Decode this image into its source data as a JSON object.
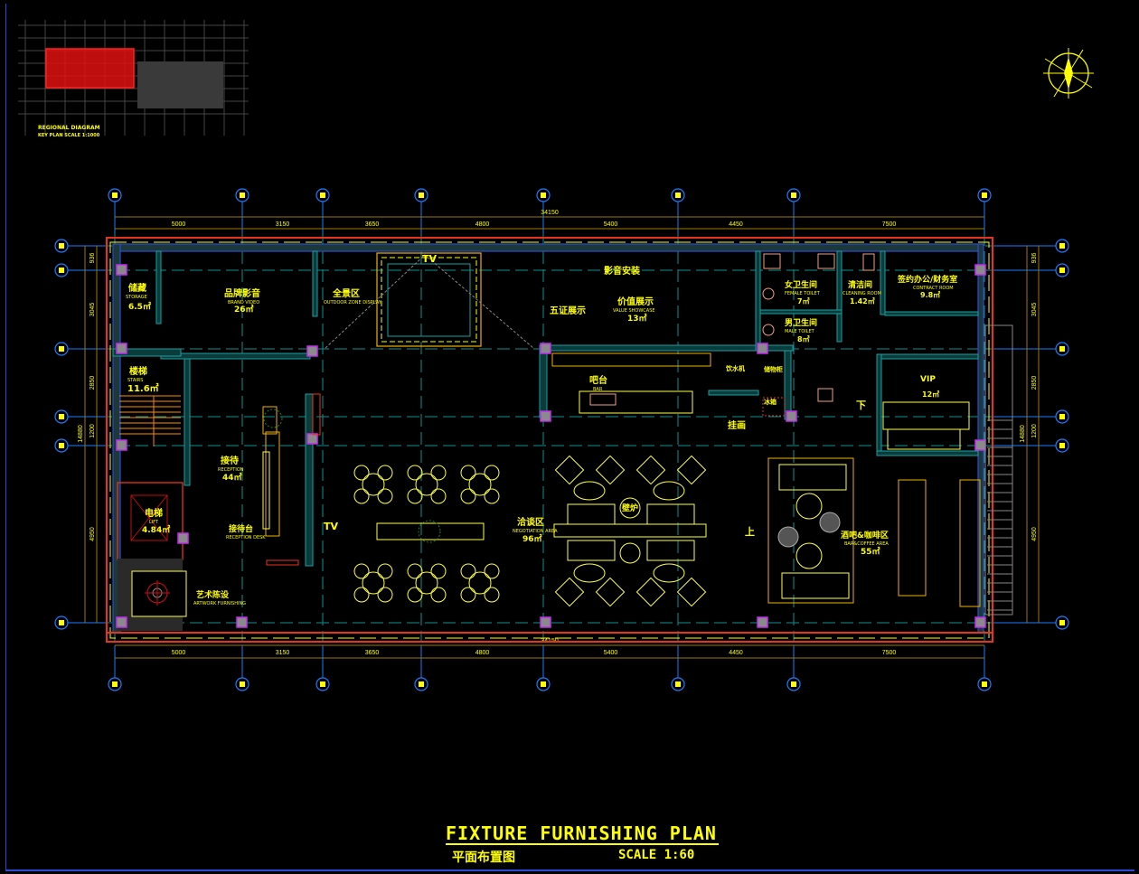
{
  "drawing": {
    "title": "FIXTURE FURNISHING PLAN",
    "subtitle": "平面布置图",
    "scale": "SCALE 1:60"
  },
  "key_plan": {
    "title": "REGIONAL DIAGRAM",
    "subtitle": "KEY PLAN SCALE 1:1000",
    "highlight_color": "#e01010"
  },
  "dimensions": {
    "top_total": "34150",
    "top": [
      "5000",
      "3150",
      "3650",
      "4800",
      "5400",
      "4450",
      "7500"
    ],
    "left_total": "14880",
    "left": [
      "936",
      "3045",
      "2850",
      "1200",
      "4950"
    ],
    "right_total": "14880",
    "right": [
      "936",
      "3045",
      "2850",
      "1200",
      "4950"
    ]
  },
  "rooms": {
    "storage": {
      "name": "储藏",
      "en": "STORAGE",
      "area": "6.5㎡"
    },
    "brand": {
      "name": "品牌影音",
      "en": "BRAND VIDEO",
      "area": "26㎡"
    },
    "panorama": {
      "name": "全景区",
      "en": "OUTDOOR ZONE DISPLAY"
    },
    "tv_top": "TV",
    "av_install": "影音安装",
    "certificates": "五证展示",
    "value": {
      "name": "价值展示",
      "en": "VALUE SHOWCASE",
      "area": "13㎡"
    },
    "female_wc": {
      "name": "女卫生间",
      "en": "FEMALE TOILET",
      "area": "7㎡"
    },
    "cleaning": {
      "name": "清洁间",
      "en": "CLEANING ROOM",
      "area": "1.42㎡"
    },
    "office": {
      "name": "签约办公/财务室",
      "en": "CONTRACT ROOM",
      "area": "9.8㎡"
    },
    "male_wc": {
      "name": "男卫生间",
      "en": "MALE TOILET",
      "area": "8㎡"
    },
    "stairs": {
      "name": "楼梯",
      "en": "STAIRS",
      "area": "11.6㎡"
    },
    "bar": {
      "name": "吧台",
      "en": "BAR"
    },
    "water": "饮水机",
    "cabinet": "储物柜",
    "fridge": "冰箱",
    "painting": "挂画",
    "down": "下",
    "vip": {
      "name": "VIP",
      "area": "12㎡"
    },
    "reception": {
      "name": "接待",
      "en": "RECEPTION",
      "area": "44㎡"
    },
    "reception_desk": {
      "name": "接待台",
      "en": "RECEPTION DESK"
    },
    "tv_mid": "TV",
    "elevator": {
      "name": "电梯",
      "en": "LIFT",
      "area": "4.84㎡"
    },
    "art": {
      "name": "艺术陈设",
      "en": "ARTWORK FURNISHING"
    },
    "negotiation": {
      "name": "洽谈区",
      "en": "NEGOTIATION AREA",
      "area": "96㎡"
    },
    "fireplace": "壁炉",
    "up": "上",
    "cafe": {
      "name": "酒吧&咖啡区",
      "en": "BAR&COFFEE AREA",
      "area": "55㎡"
    }
  },
  "colors": {
    "background": "#000000",
    "text": "#ffff00",
    "wall": "#e8341c",
    "grid": "#0f8f8f",
    "bubble": "#1a7dff"
  }
}
